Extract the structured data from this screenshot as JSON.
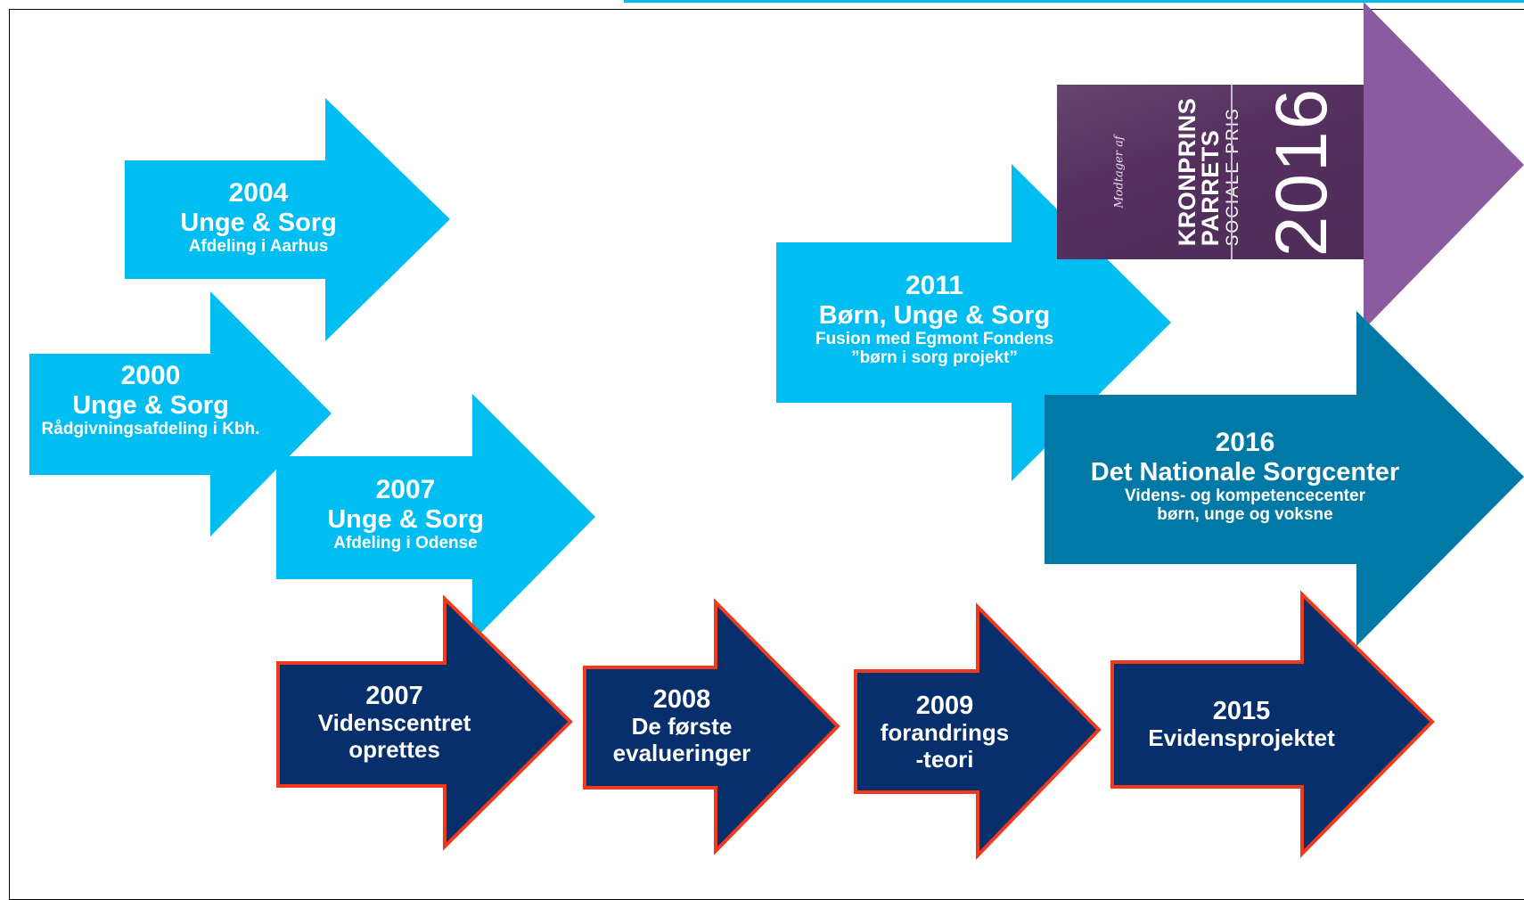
{
  "timeline": {
    "top": [
      {
        "year": "2004",
        "name": "Unge & Sorg",
        "desc": "Afdeling i Aarhus",
        "color": "#00bdf2"
      },
      {
        "year": "2000",
        "name": "Unge & Sorg",
        "desc": "Rådgivningsafdeling i Kbh.",
        "color": "#00bdf2"
      },
      {
        "year": "2007",
        "name": "Unge & Sorg",
        "desc": "Afdeling i Odense",
        "color": "#00bdf2"
      },
      {
        "year": "2011",
        "name": "Børn, Unge & Sorg",
        "desc_line1": "Fusion med Egmont Fondens",
        "desc_line2": "”børn i sorg projekt”",
        "color": "#00bdf2"
      },
      {
        "year": "2016",
        "name": "Det Nationale Sorgcenter",
        "desc_line1": "Videns- og kompetencecenter",
        "desc_line2": "børn, unge og voksne",
        "color": "#0079a6"
      }
    ],
    "bottom": [
      {
        "year": "2007",
        "line1": "Videnscentret",
        "line2": "oprettes",
        "color": "#062f6b",
        "border": "#ef3a1e"
      },
      {
        "year": "2008",
        "line1": "De første",
        "line2": "evalueringer",
        "color": "#062f6b",
        "border": "#ef3a1e"
      },
      {
        "year": "2009",
        "line1": "forandrings",
        "line2": "-teori",
        "color": "#062f6b",
        "border": "#ef3a1e"
      },
      {
        "year": "2015",
        "line1": "Evidensprojektet",
        "color": "#062f6b",
        "border": "#ef3a1e"
      }
    ],
    "purple_arrow_color": "#8b5ba0"
  },
  "award": {
    "modtager": "Modtager af",
    "line1": "KRONPRINS",
    "line2": "PARRETS",
    "line3": "SOCIALE PRIS",
    "year": "2016",
    "color": "#55305f"
  },
  "top_strip_color": "#00bdf2"
}
